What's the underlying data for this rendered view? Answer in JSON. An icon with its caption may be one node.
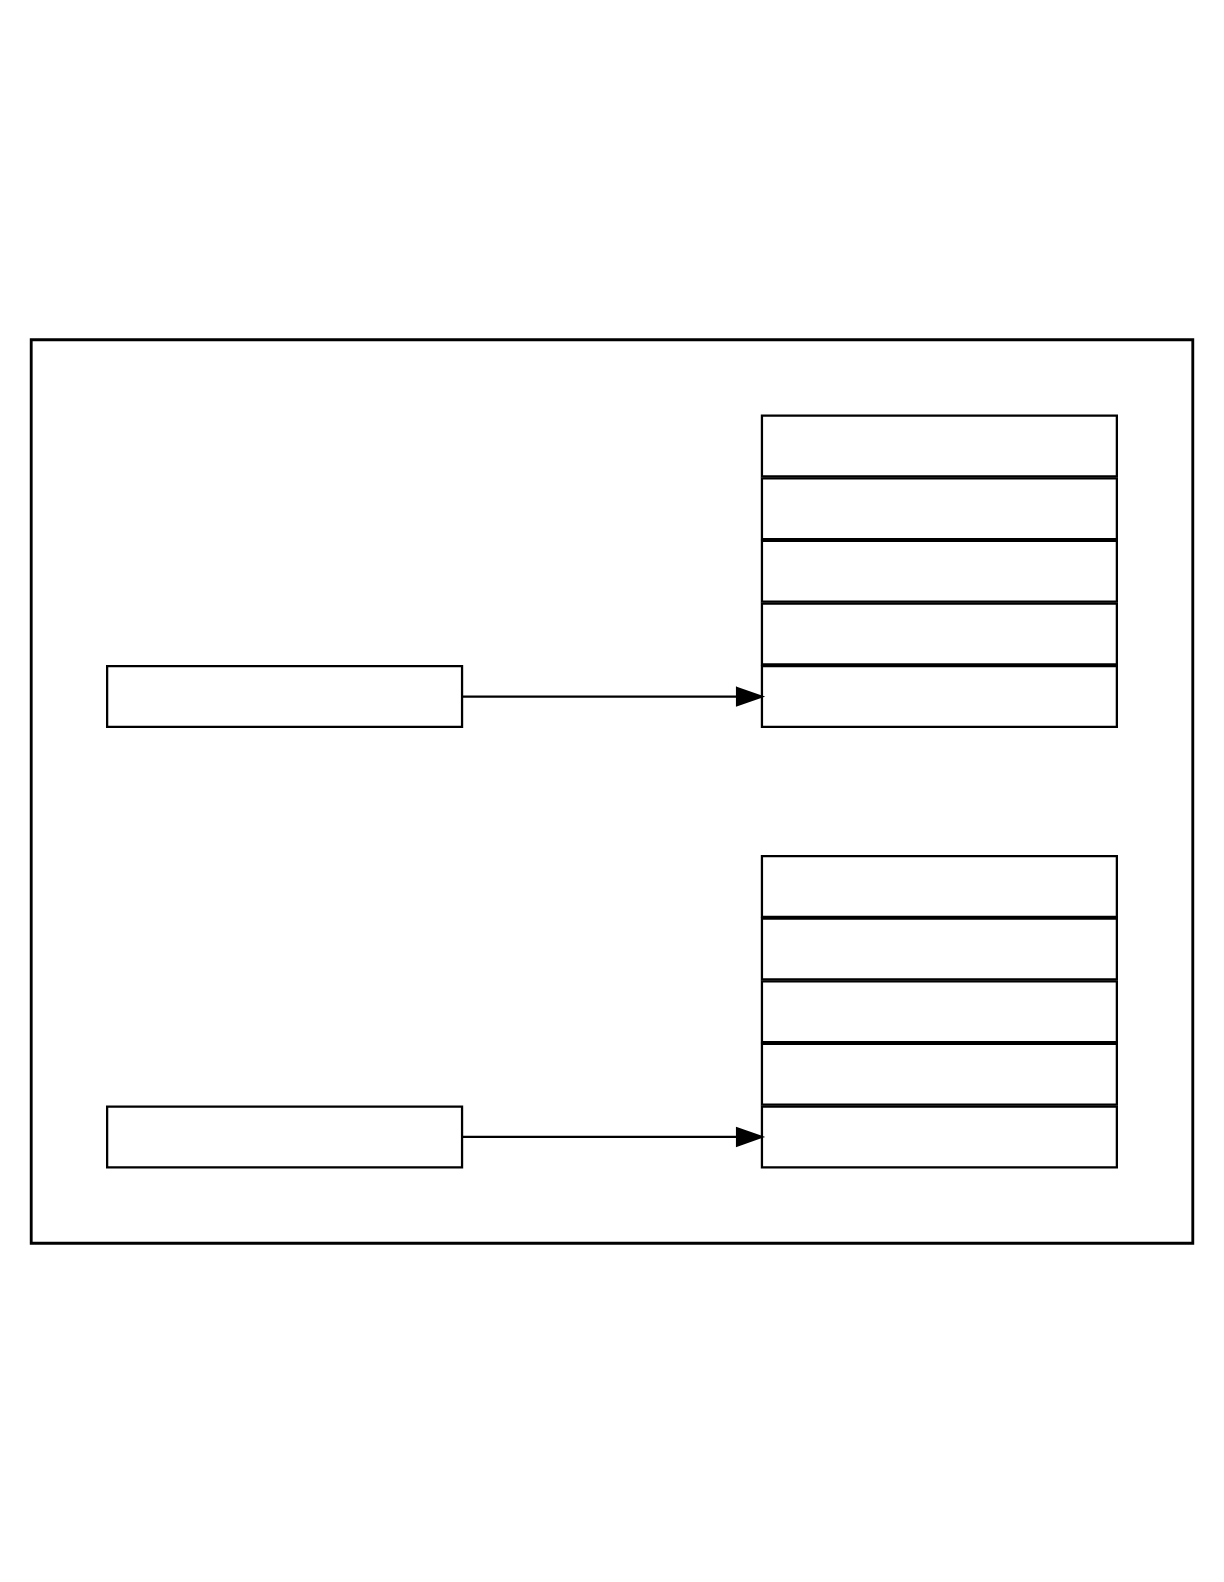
{
  "diagram": {
    "nodes": [
      {
        "text": [],
        "shape": "box"
      },
      {
        "text": [],
        "shape": "box",
        "in": 0
      },
      {
        "text": [],
        "shape": "box",
        "in": 0
      },
      {
        "text": [],
        "shape": "box",
        "in": 0
      },
      {
        "text": [],
        "shape": "box",
        "in": 0
      },
      {
        "text": [],
        "shape": "box",
        "in": 0
      },
      {
        "text": [],
        "shape": "box",
        "in": 0
      },
      {
        "text": [],
        "shape": "box",
        "in": 0
      },
      {
        "text": [],
        "shape": "box",
        "in": 0
      },
      {
        "text": [],
        "shape": "box",
        "in": 0
      },
      {
        "text": [],
        "shape": "box",
        "in": 0
      },
      {
        "text": [],
        "shape": "box",
        "in": 0
      },
      {
        "text": [],
        "shape": "box",
        "in": 0
      }
    ],
    "edges": [
      {
        "from": 1,
        "to": 3,
        "arrow": "to"
      },
      {
        "from": 2,
        "to": 8,
        "arrow": "to"
      }
    ]
  }
}
